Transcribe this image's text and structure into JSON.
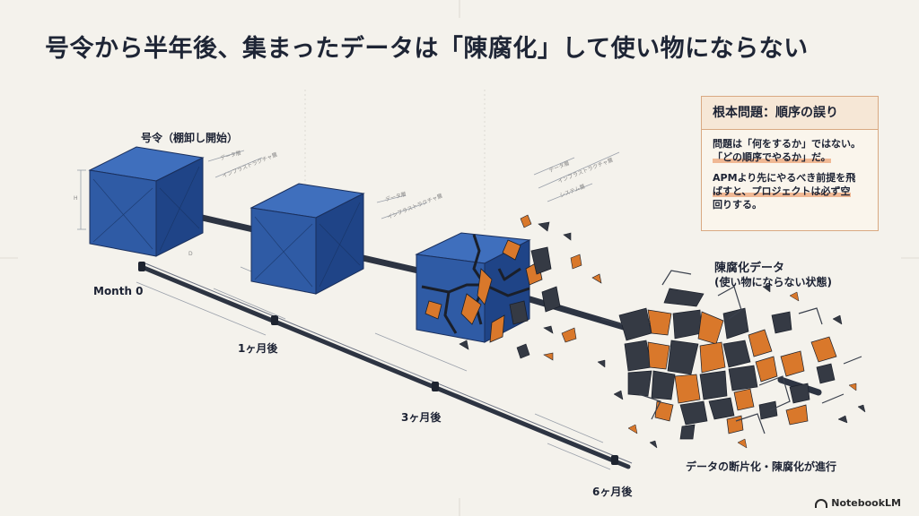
{
  "title": "号令から半年後、集まったデータは「陳腐化」して使い物にならない",
  "labels": {
    "start_cube": "号令（棚卸し開始）",
    "month0": "Month 0",
    "month1": "1ヶ月後",
    "month3": "3ヶ月後",
    "month6": "6ヶ月後",
    "decay_title": "陳腐化データ",
    "decay_subtitle": "(使い物にならない状態)",
    "fragment_note": "データの断片化・陳腐化が進行"
  },
  "layer_labels": {
    "data": "データ層",
    "infra": "インフラストラクチャ層",
    "system": "システム層",
    "dim_h": "H",
    "dim_d": "D"
  },
  "callout": {
    "heading": "根本問題：順序の誤り",
    "line1": "問題は「何をするか」ではない。",
    "line2": "「どの順序でやるか」だ。",
    "p2_a": "APMより先にやるべき前提を飛",
    "p2_b": "ばすと、プロジェクトは必ず空",
    "p2_c": "回りする。"
  },
  "brand": "NotebookLM",
  "colors": {
    "cube_front": "#2f5ba5",
    "cube_top": "#3f6fbd",
    "cube_side": "#1f4487",
    "fragment_orange": "#d9782b",
    "fragment_dark": "#353a44",
    "rail": "#2d3442",
    "accent_border": "#d9a982"
  }
}
